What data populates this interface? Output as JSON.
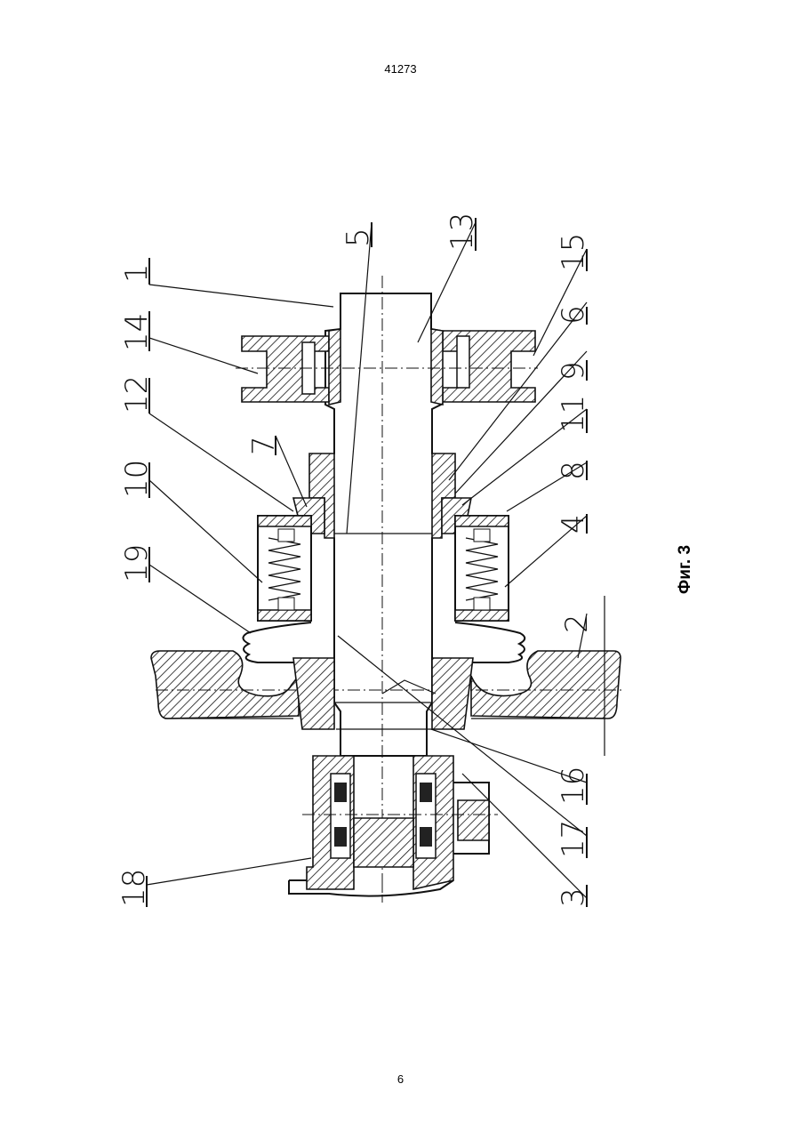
{
  "header": {
    "document_number": "41273"
  },
  "footer": {
    "page_number": "6"
  },
  "figure": {
    "caption": "Фиг. 3",
    "callouts": [
      "1",
      "14",
      "12",
      "10",
      "19",
      "7",
      "5",
      "13",
      "15",
      "6",
      "9",
      "11",
      "8",
      "4",
      "2",
      "16",
      "17",
      "3",
      "18"
    ]
  }
}
